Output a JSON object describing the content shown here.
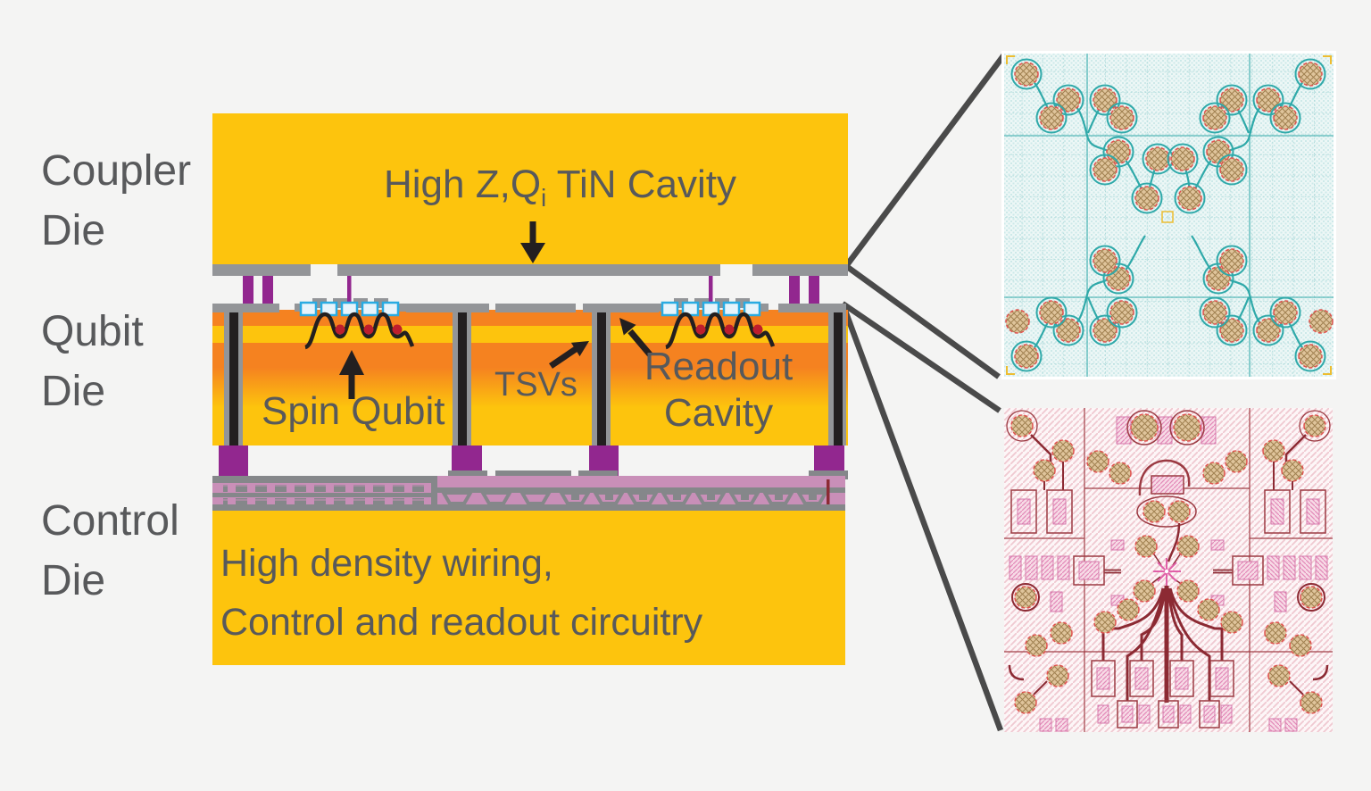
{
  "labels": {
    "coupler_die_line1": "Coupler",
    "coupler_die_line2": "Die",
    "qubit_die_line1": "Qubit",
    "qubit_die_line2": "Die",
    "control_die_line1": "Control",
    "control_die_line2": "Die",
    "cavity_main": "High Z,Q",
    "cavity_sub": "i",
    "cavity_tail": " TiN Cavity",
    "spin_qubit": "Spin Qubit",
    "tsvs": "TSVs",
    "readout_line1": "Readout",
    "readout_line2": "Cavity",
    "wiring_line1": "High density wiring,",
    "wiring_line2": "Control and readout circuitry"
  },
  "colors": {
    "background": "#F4F4F3",
    "die_yellow": "#FDC40D",
    "stripe_orange": "#F58220",
    "bar_gray": "#939598",
    "control_gray": "#85878A",
    "text_gray": "#58595B",
    "bump_purple": "#92278F",
    "interconnect_pink": "#C98FB8",
    "tsv_black": "#231F20",
    "gate_cyan": "#29ABE2",
    "electron_red": "#BE1E2D",
    "callout_line": "#4A4A4A",
    "inset_top_teal": "#2FA9A9",
    "inset_bottom_red": "#9B3A42"
  }
}
